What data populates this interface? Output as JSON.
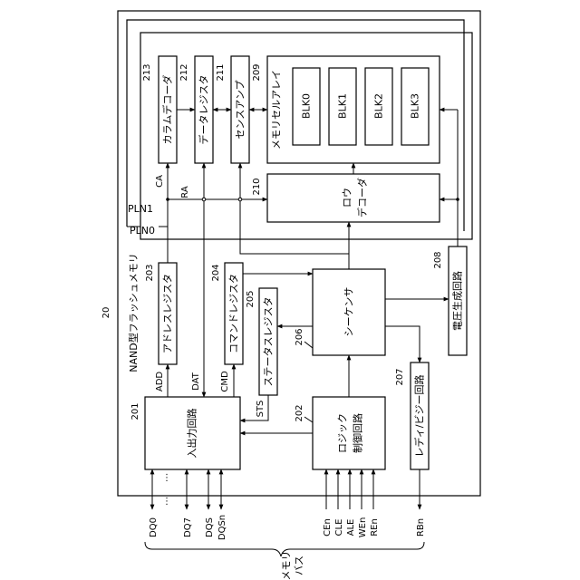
{
  "chip": {
    "ref": "20",
    "name": "NAND型フラッシュメモリ"
  },
  "planes": {
    "pln0": "PLN0",
    "pln1": "PLN1"
  },
  "blocks": {
    "column_decoder": {
      "ref": "213",
      "label": "カラムデコーダ"
    },
    "data_register": {
      "ref": "212",
      "label": "データレジスタ"
    },
    "sense_amp": {
      "ref": "211",
      "label": "センスアンプ"
    },
    "memory_array": {
      "ref": "209",
      "label": "メモリセルアレイ",
      "cells": [
        "BLK0",
        "BLK1",
        "BLK2",
        "BLK3"
      ]
    },
    "row_decoder": {
      "ref": "210",
      "label1": "ロウ",
      "label2": "デコーダ"
    },
    "address_register": {
      "ref": "203",
      "label": "アドレスレジスタ"
    },
    "command_register": {
      "ref": "204",
      "label": "コマンドレジスタ"
    },
    "status_register": {
      "ref": "205",
      "label": "ステータスレジスタ"
    },
    "sequencer": {
      "ref": "206",
      "label": "シーケンサ"
    },
    "voltage_gen": {
      "ref": "208",
      "label": "電圧生成回路"
    },
    "io_circuit": {
      "ref": "201",
      "label": "入出力回路"
    },
    "logic_ctrl": {
      "ref": "202",
      "label1": "ロジック",
      "label2": "制御回路"
    },
    "ready_busy": {
      "ref": "207",
      "label": "レディ/ビジー回路"
    }
  },
  "signals": {
    "ca": "CA",
    "ra": "RA",
    "add": "ADD",
    "dat": "DAT",
    "cmd": "CMD",
    "sts": "STS",
    "dq0": "DQ0",
    "dq7": "DQ7",
    "dqs": "DQS",
    "dqsn": "DQSn",
    "cen": "CEn",
    "cle": "CLE",
    "ale": "ALE",
    "wen": "WEn",
    "ren": "REn",
    "rbn": "RBn"
  },
  "bus": {
    "label1": "メモリ",
    "label2": "バス"
  }
}
